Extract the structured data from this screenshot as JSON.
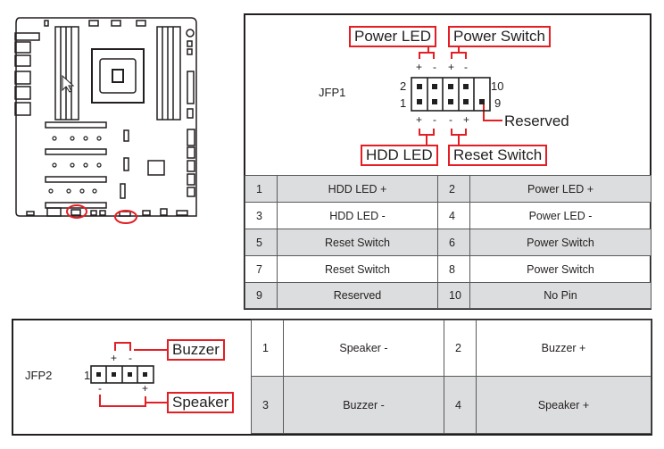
{
  "motherboard": {
    "description": "motherboard-layout-diagram",
    "highlight_color": "#e31e24"
  },
  "jfp1": {
    "label": "JFP1",
    "callouts": {
      "power_led": "Power LED",
      "power_switch": "Power Switch",
      "hdd_led": "HDD LED",
      "reset_switch": "Reset Switch",
      "reserved": "Reserved"
    },
    "pin_numbers": {
      "top_left": "2",
      "bottom_left": "1",
      "top_right": "10",
      "bottom_right": "9"
    },
    "polarity_top": [
      "+",
      "-",
      "+",
      "-"
    ],
    "polarity_bottom": [
      "+",
      "-",
      "-",
      "+"
    ],
    "table": [
      {
        "pin_a": "1",
        "signal_a": "HDD LED +",
        "pin_b": "2",
        "signal_b": "Power LED +"
      },
      {
        "pin_a": "3",
        "signal_a": "HDD LED -",
        "pin_b": "4",
        "signal_b": "Power LED -"
      },
      {
        "pin_a": "5",
        "signal_a": "Reset Switch",
        "pin_b": "6",
        "signal_b": "Power Switch"
      },
      {
        "pin_a": "7",
        "signal_a": "Reset Switch",
        "pin_b": "8",
        "signal_b": "Power Switch"
      },
      {
        "pin_a": "9",
        "signal_a": "Reserved",
        "pin_b": "10",
        "signal_b": "No Pin"
      }
    ]
  },
  "jfp2": {
    "label": "JFP2",
    "pin_one": "1",
    "callouts": {
      "buzzer": "Buzzer",
      "speaker": "Speaker"
    },
    "polarity_top": [
      "+",
      "-"
    ],
    "polarity_bottom": [
      "-",
      "+"
    ],
    "table": [
      {
        "pin_a": "1",
        "signal_a": "Speaker -",
        "pin_b": "2",
        "signal_b": "Buzzer +"
      },
      {
        "pin_a": "3",
        "signal_a": "Buzzer -",
        "pin_b": "4",
        "signal_b": "Speaker +"
      }
    ]
  }
}
